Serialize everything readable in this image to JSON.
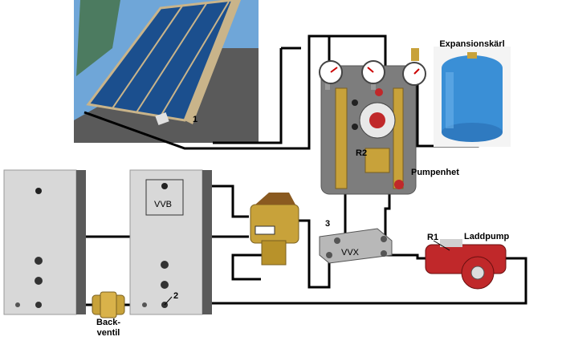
{
  "labels": {
    "expansion_vessel": "Expansionskärl",
    "pump_unit": "Pumpenhet",
    "charging_pump": "Laddpump",
    "heat_exchanger": "VVX",
    "hot_water_tank": "VVB",
    "check_valve_line1": "Back-",
    "check_valve_line2": "ventil",
    "r1": "R1",
    "r2": "R2",
    "marker_1": "1",
    "marker_2": "2",
    "marker_3": "3"
  },
  "colors": {
    "pipe": "#000000",
    "solar_panel": "#1b4f8e",
    "sky": "#6fa6d8",
    "roof": "#5a5a5a",
    "expansion_vessel": "#3a8fd6",
    "pump_body": "#c0282a",
    "tank": "#d8d8d8",
    "insulation": "#7d7d7d",
    "brass": "#c8a23a"
  }
}
